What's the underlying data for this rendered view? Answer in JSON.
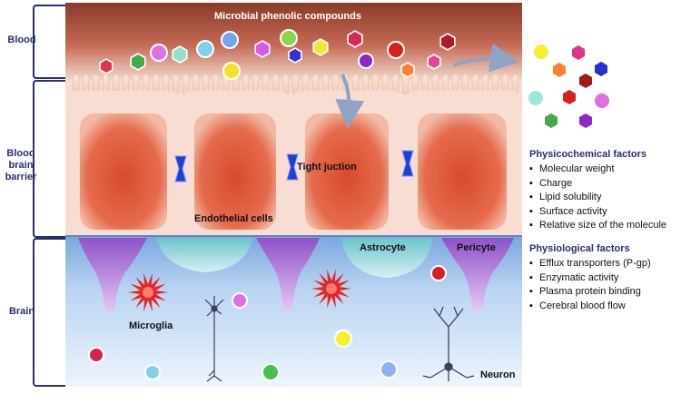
{
  "title": "Microbial phenolic compounds",
  "regions": {
    "blood": "Blood",
    "bbb": "Blood brain barrier",
    "brain": "Brain"
  },
  "labels": {
    "tight_junction": "Tight juction",
    "endothelial": "Endothelial cells",
    "astrocyte": "Astrocyte",
    "pericyte": "Pericyte",
    "microglia": "Microglia",
    "neuron": "Neuron"
  },
  "physicochemical": {
    "title": "Physicochemical factors",
    "items": [
      "Molecular weight",
      "Charge",
      "Lipid solubility",
      "Surface activity",
      "Relative size of the molecule"
    ]
  },
  "physiological": {
    "title": "Physiological factors",
    "items": [
      "Efflux transporters (P-gp)",
      "Enzymatic activity",
      "Plasma protein binding",
      "Cerebral blood flow"
    ]
  },
  "colors": {
    "blood_top": "#8a3a2a",
    "endothelial": "#e25a3a",
    "brain_bg": "#b9d4f2",
    "astrocyte": "#7fd0d8",
    "pericyte": "#a46ad4",
    "junction": "#1f3fd6",
    "label_navy": "#27306e"
  }
}
